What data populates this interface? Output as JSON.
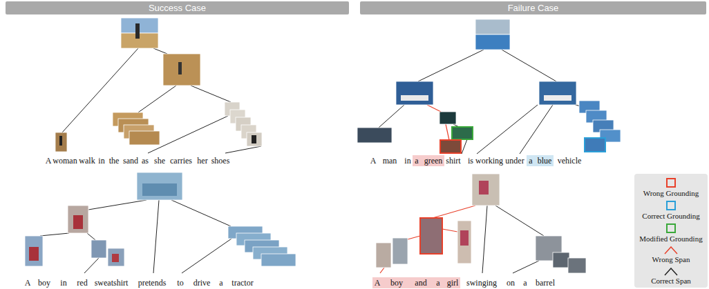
{
  "diagram": {
    "nodes": [
      {
        "text": [
          "Success Case"
        ]
      },
      {
        "text": [
          "Failure Case"
        ]
      }
    ],
    "labels": [
      "A",
      "woman",
      "walk",
      "in",
      "the",
      "sand",
      "as",
      "she",
      "carries",
      "her",
      "shoes",
      "A",
      "man",
      "in",
      "a",
      "green",
      "shirt",
      "is",
      "working",
      "under",
      "a",
      "blue",
      "vehicle",
      "A",
      "boy",
      "in",
      "red",
      "sweatshirt",
      "pretends",
      "to",
      "drive",
      "a",
      "tractor",
      "A",
      "boy",
      "and",
      "a",
      "girl",
      "swinging",
      "on",
      "a",
      "barrel"
    ],
    "legend": [
      {
        "text": "Wrong Grounding",
        "color": "#e8402a"
      },
      {
        "text": "Correct Grounding",
        "color": "#2a9fd8"
      },
      {
        "text": "Modified Grounding",
        "color": "#3aa83a"
      },
      {
        "text": "Wrong Span"
      },
      {
        "text": "Correct Span"
      }
    ]
  }
}
